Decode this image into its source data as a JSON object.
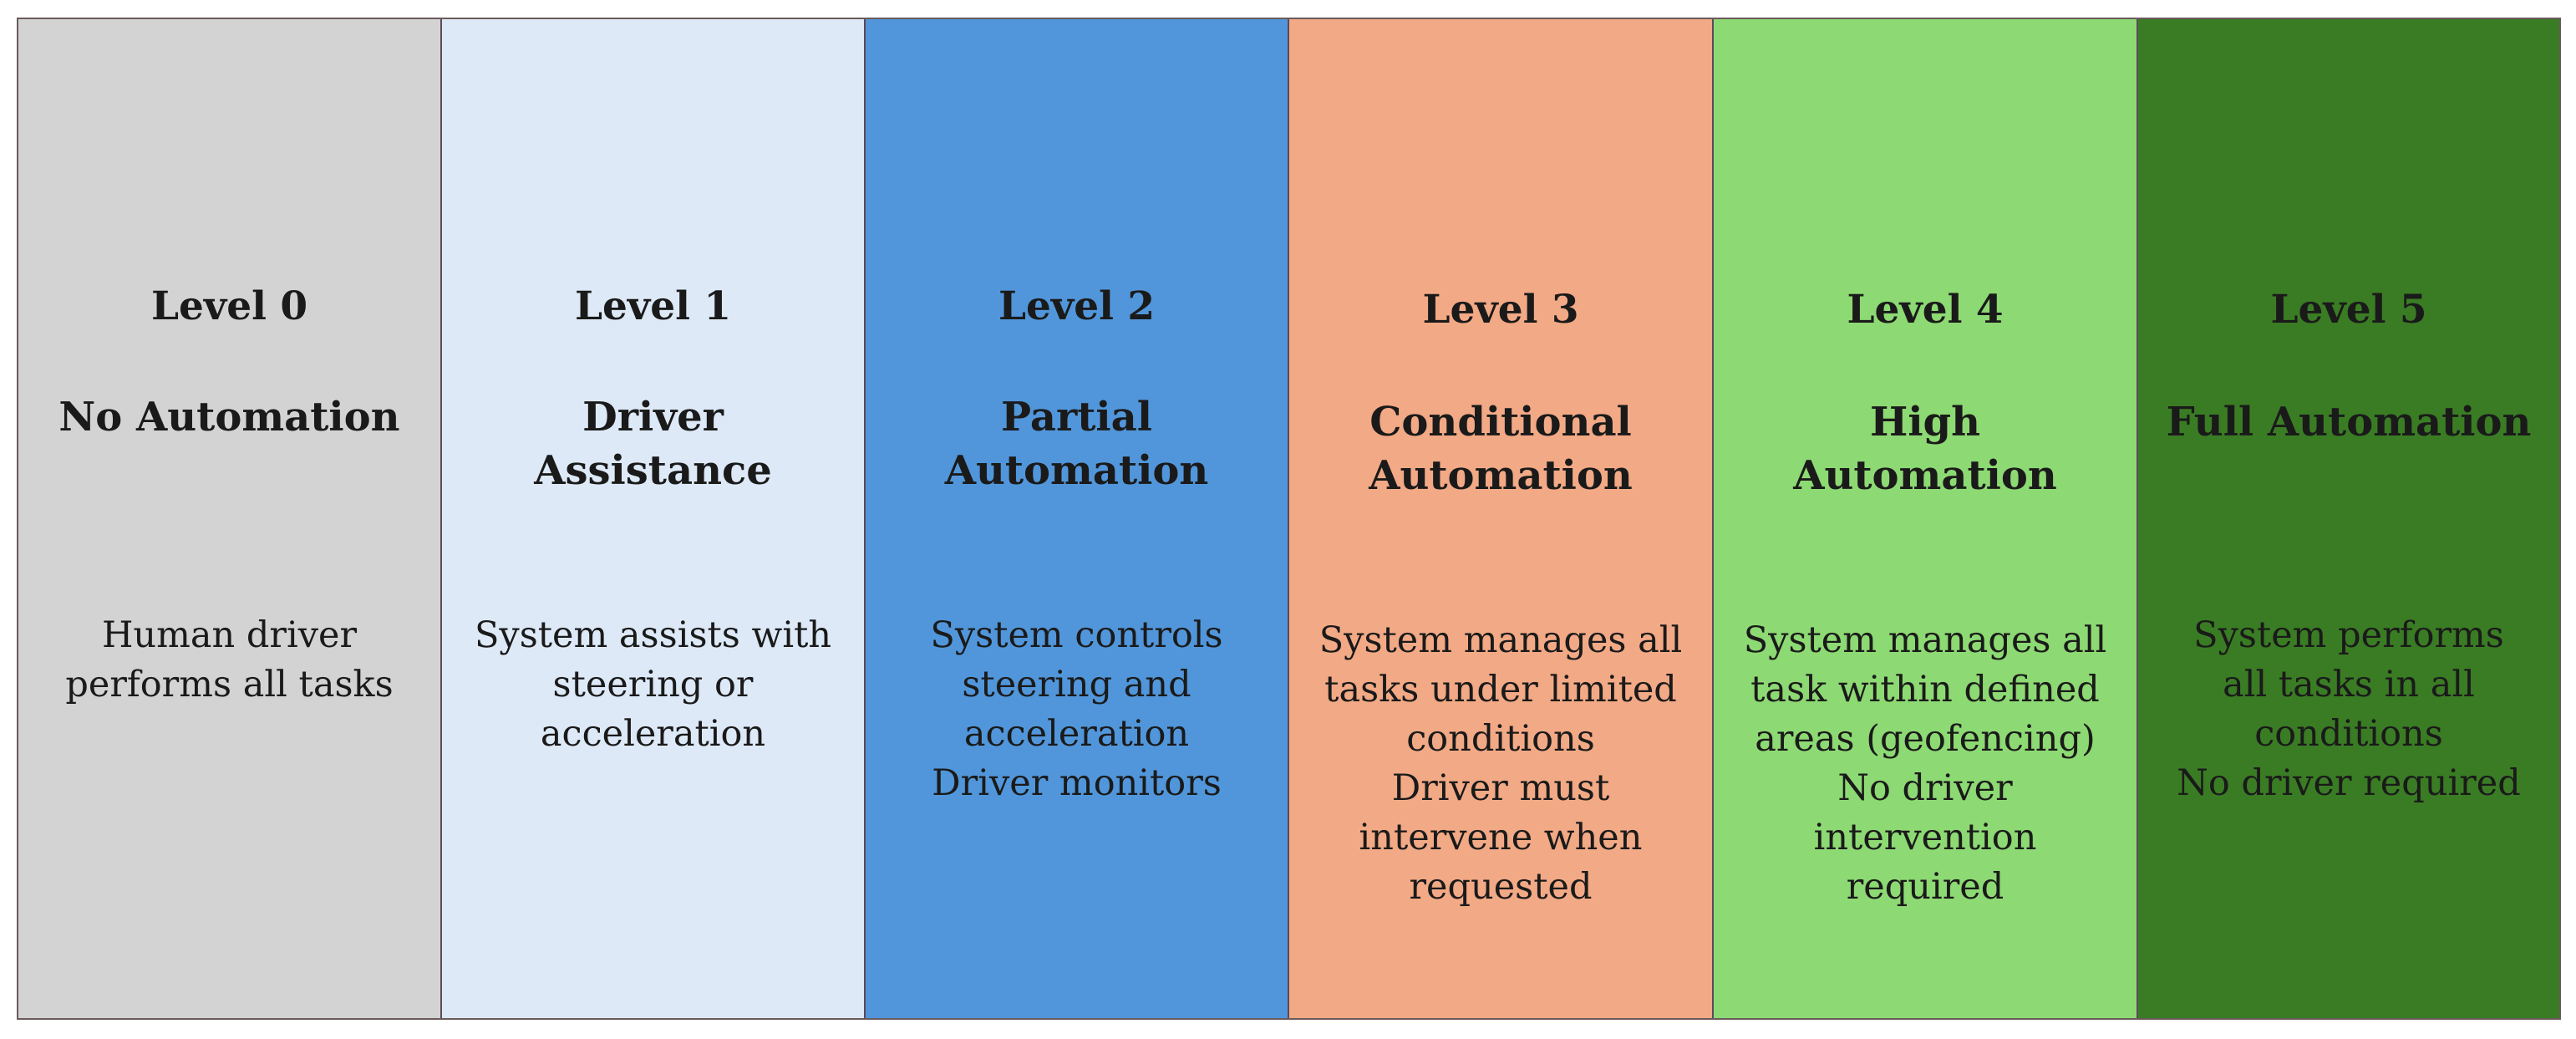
{
  "levels": [
    {
      "level": "Level 0",
      "name": "No Automation",
      "desc": [
        "Human driver",
        "performs all tasks"
      ],
      "color": "#d3d3d3"
    },
    {
      "level": "Level 1",
      "name_lines": [
        "Driver",
        "Assistance"
      ],
      "desc": [
        "System assists with",
        "steering or",
        "acceleration"
      ],
      "color": "#dde9f7"
    },
    {
      "level": "Level 2",
      "name_lines": [
        "Partial",
        "Automation"
      ],
      "desc": [
        "System controls",
        "steering and",
        "acceleration",
        "Driver monitors"
      ],
      "color": "#5196da"
    },
    {
      "level": "Level 3",
      "name_lines": [
        "Conditional",
        "Automation"
      ],
      "desc": [
        "System manages all",
        "tasks under limited",
        "conditions",
        "Driver must",
        "intervene when",
        "requested"
      ],
      "color": "#f2a985"
    },
    {
      "level": "Level 4",
      "name_lines": [
        "High",
        "Automation"
      ],
      "desc": [
        "System manages all",
        "task within defined",
        "areas (geofencing)",
        "No driver",
        "intervention",
        "required"
      ],
      "color": "#8dd973"
    },
    {
      "level": "Level 5",
      "name": "Full Automation",
      "desc": [
        "System performs",
        "all tasks in all",
        "conditions",
        "No driver required"
      ],
      "color": "#3a7c24"
    }
  ]
}
